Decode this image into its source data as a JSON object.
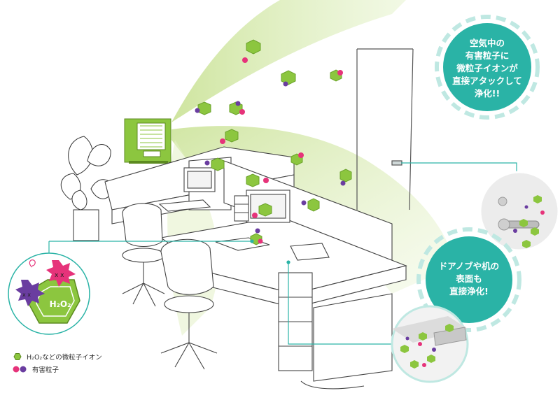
{
  "callouts": {
    "top": "空気中の\n有害粒子に\n微粒子イオンが\n直接アタックして\n浄化!!",
    "bottom": "ドアノブや机の\n表面も\n直接浄化!"
  },
  "legend": {
    "ion_label": "H₂O₂などの微粒子イオン",
    "harmful_label": "有害粒子"
  },
  "illustration": {
    "molecule_label": "H₂O₂"
  },
  "colors": {
    "ion_green": "#7ec21f",
    "ion_green_light": "#b8e05a",
    "harmful_pink": "#e6337a",
    "harmful_purple": "#6a3da0",
    "callout_teal": "#2ab3a6",
    "beam_green": "#cfe6a0"
  }
}
